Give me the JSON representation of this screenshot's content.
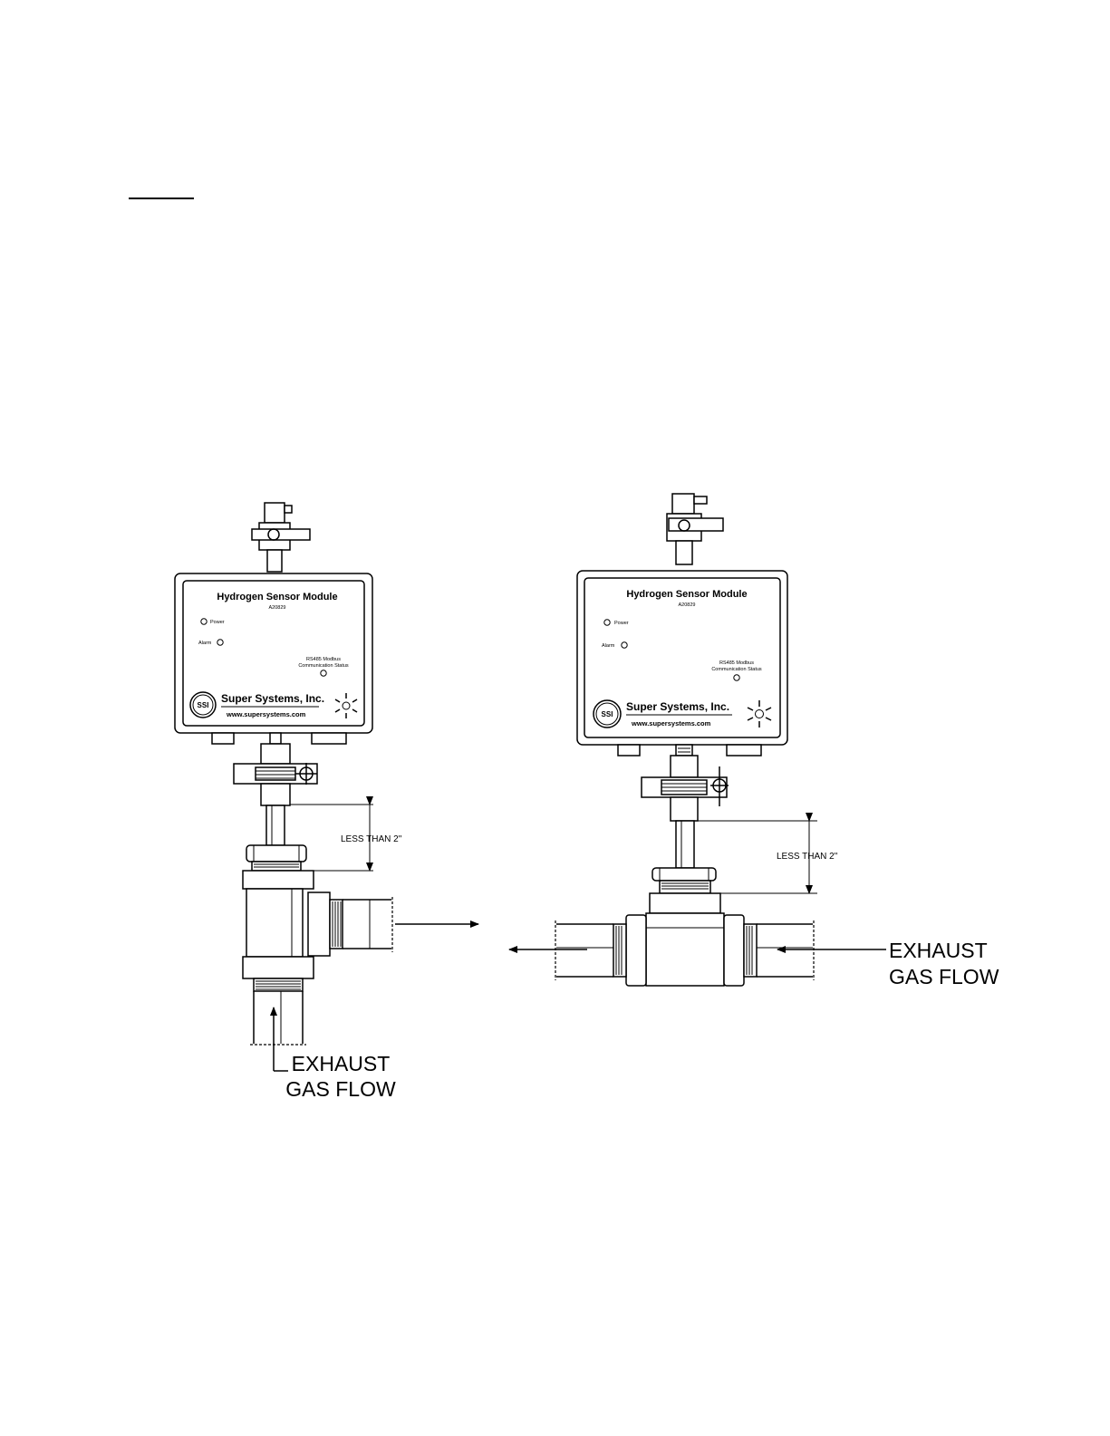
{
  "module": {
    "title": "Hydrogen Sensor Module",
    "part_number": "A20829",
    "power_label": "Power",
    "alarm_label": "Alarm",
    "comm_label_line1": "RS485 Modbus",
    "comm_label_line2": "Communication Status",
    "brand": "Super Systems, Inc.",
    "url": "www.supersystems.com"
  },
  "left_diagram": {
    "dimension_label": "LESS THAN 2\"",
    "flow_label_line1": "EXHAUST",
    "flow_label_line2": "GAS FLOW"
  },
  "right_diagram": {
    "dimension_label": "LESS THAN 2\"",
    "flow_label_line1": "EXHAUST",
    "flow_label_line2": "GAS FLOW"
  }
}
